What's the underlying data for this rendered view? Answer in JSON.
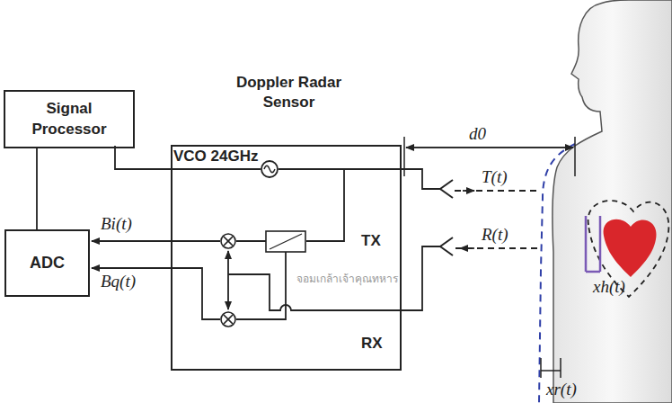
{
  "diagram": {
    "nodes": [
      {
        "text": [
          "Signal Processor"
        ]
      },
      {
        "text": [
          "ADC"
        ]
      },
      {
        "text": [
          "Doppler Radar Sensor"
        ]
      }
    ],
    "edges": [
      {
        "from": 0,
        "to": 1,
        "arrow": "none"
      }
    ],
    "labels": [
      "VCO 24GHz",
      "TX",
      "RX",
      "Bi(t)",
      "Bq(t)",
      "T(t)",
      "R(t)",
      "d0",
      "xh(t)",
      "xr(t)",
      "จอมเกล้าเจ้าคุณทหาร"
    ]
  }
}
